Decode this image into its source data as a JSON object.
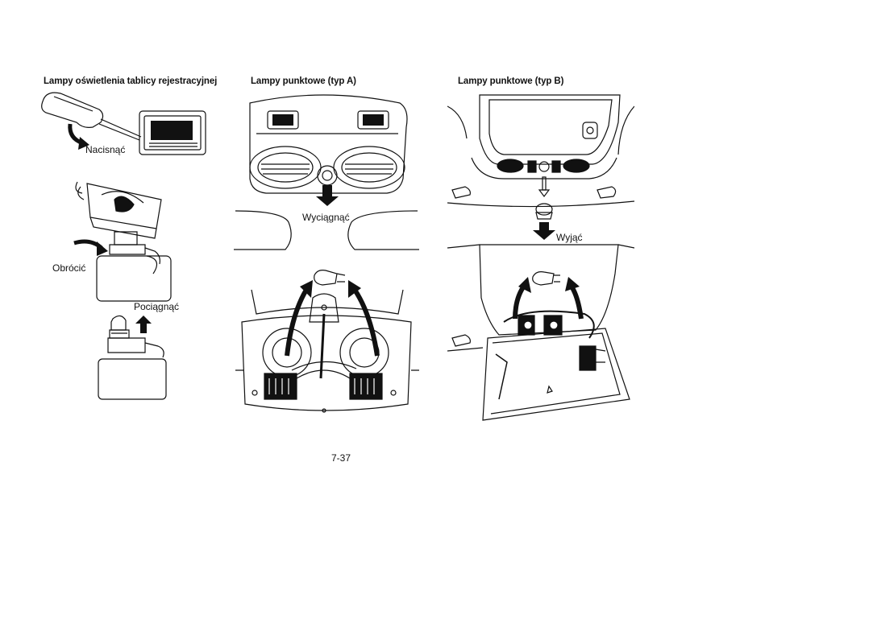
{
  "sections": [
    {
      "title": "Lampy oświetlenia tablicy rejestracyjnej"
    },
    {
      "title": "Lampy punktowe (typ A)"
    },
    {
      "title": "Lampy punktowe (typ B)"
    }
  ],
  "labels": {
    "press": "Nacisnąć",
    "turn": "Obrócić",
    "pull": "Pociągnąć",
    "pull_out": "Wyciągnąć",
    "remove": "Wyjąć"
  },
  "page_number": "7-37"
}
